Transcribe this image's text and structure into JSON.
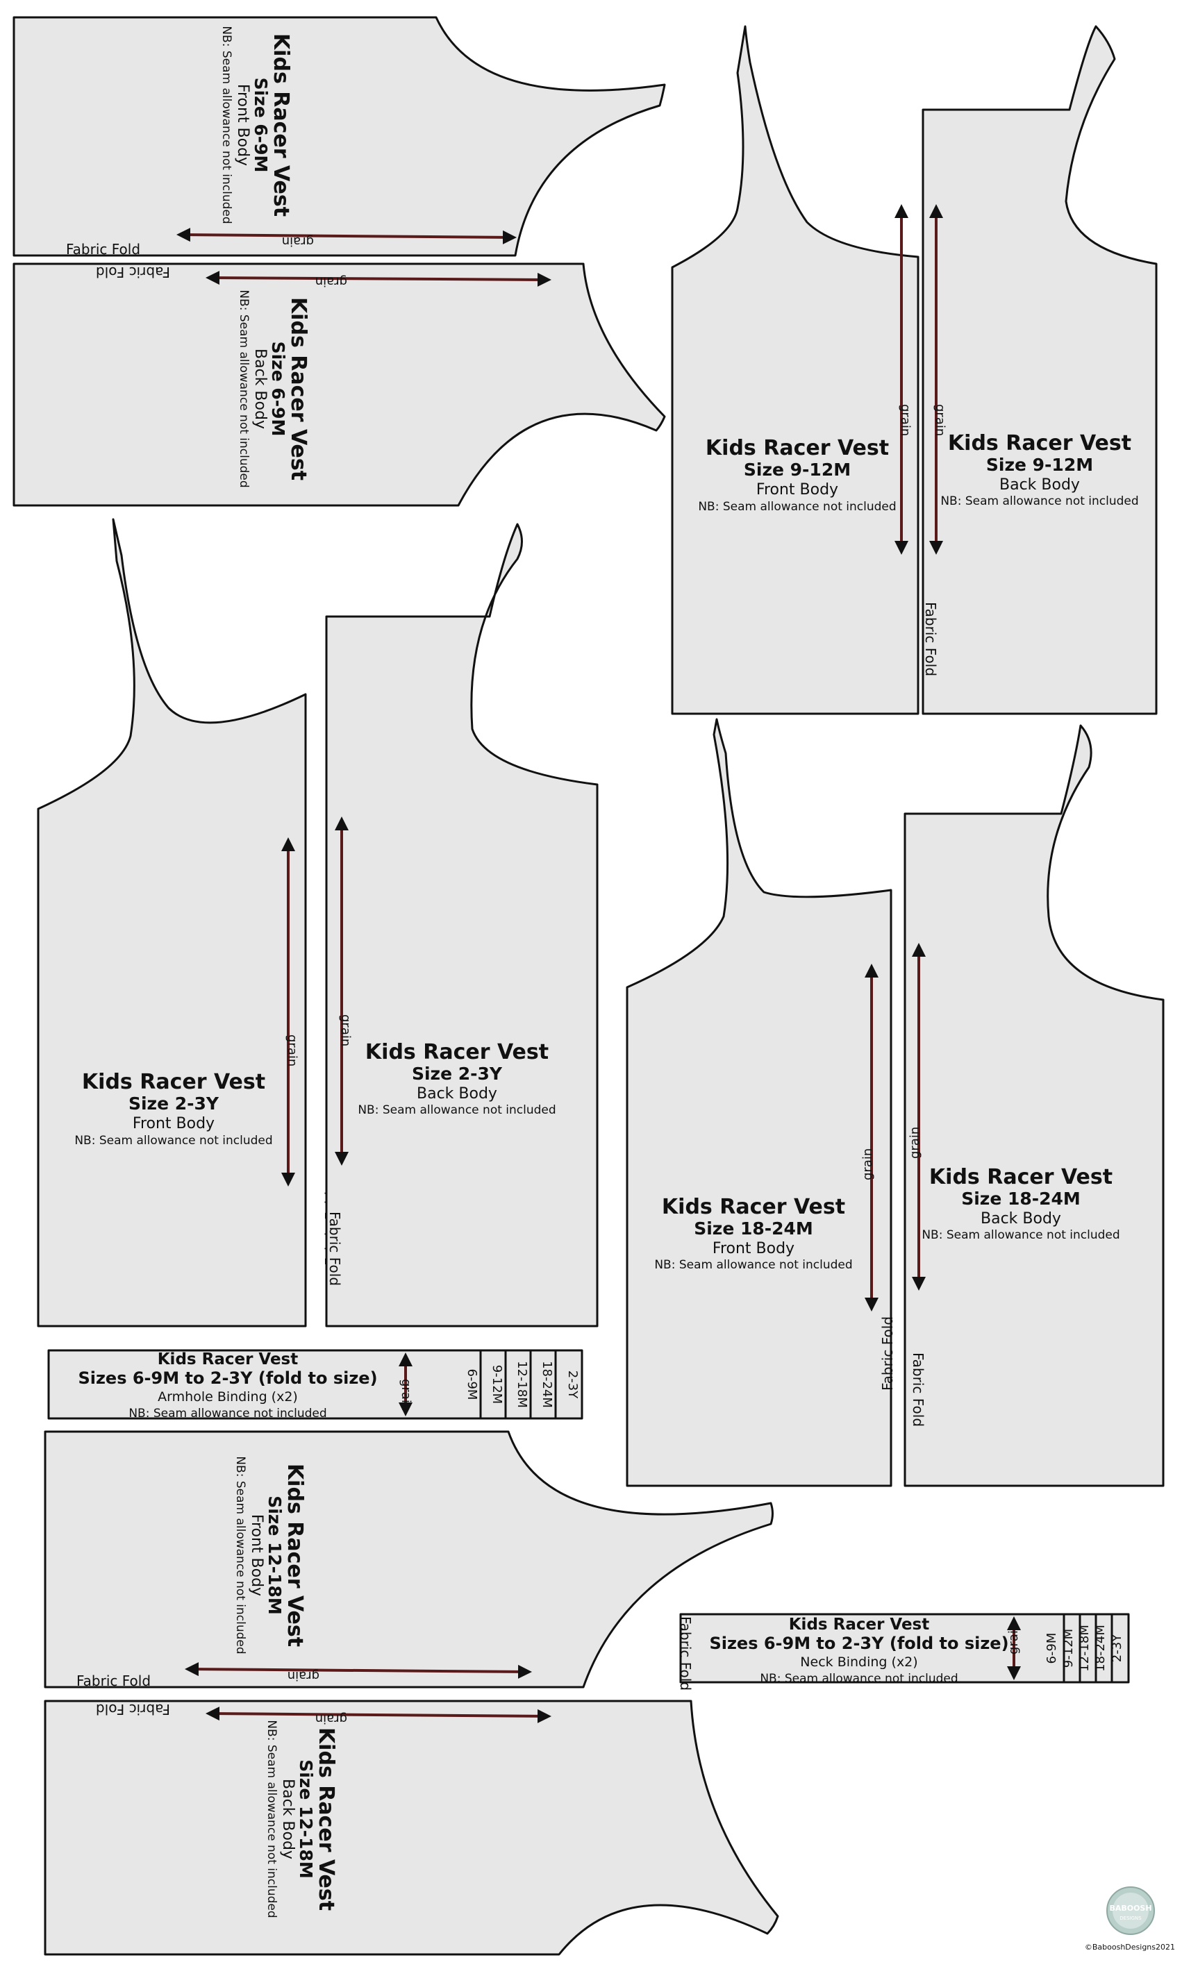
{
  "colors": {
    "paper": "#e7e7e7",
    "outline": "#111111",
    "grain_arrow": "#5a1a1a",
    "background": "#ffffff"
  },
  "labels": {
    "grain": "grain",
    "fabric_fold": "Fabric Fold"
  },
  "pieces": {
    "front_6_9m": {
      "title": "Kids Racer Vest",
      "size": "Size 6-9M",
      "part": "Front Body",
      "note": "NB: Seam allowance not included"
    },
    "back_6_9m": {
      "title": "Kids Racer Vest",
      "size": "Size 6-9M",
      "part": "Back Body",
      "note": "NB: Seam allowance not included"
    },
    "front_9_12m": {
      "title": "Kids Racer Vest",
      "size": "Size 9-12M",
      "part": "Front Body",
      "note": "NB: Seam allowance not included"
    },
    "back_9_12m": {
      "title": "Kids Racer Vest",
      "size": "Size 9-12M",
      "part": "Back Body",
      "note": "NB: Seam allowance not included"
    },
    "front_2_3y": {
      "title": "Kids Racer Vest",
      "size": "Size 2-3Y",
      "part": "Front Body",
      "note": "NB: Seam allowance not included"
    },
    "back_2_3y": {
      "title": "Kids Racer Vest",
      "size": "Size 2-3Y",
      "part": "Back Body",
      "note": "NB: Seam allowance not included"
    },
    "front_18_24m": {
      "title": "Kids Racer Vest",
      "size": "Size 18-24M",
      "part": "Front Body",
      "note": "NB: Seam allowance not included"
    },
    "back_18_24m": {
      "title": "Kids Racer Vest",
      "size": "Size 18-24M",
      "part": "Back Body",
      "note": "NB: Seam allowance not included"
    },
    "front_12_18m": {
      "title": "Kids Racer Vest",
      "size": "Size 12-18M",
      "part": "Front Body",
      "note": "NB: Seam allowance not included"
    },
    "back_12_18m": {
      "title": "Kids Racer Vest",
      "size": "Size 12-18M",
      "part": "Back Body",
      "note": "NB: Seam allowance not included"
    }
  },
  "bindings": {
    "armhole": {
      "title": "Kids Racer Vest",
      "sizes": "Sizes 6-9M to 2-3Y (fold to size)",
      "part": "Armhole Binding (x2)",
      "note": "NB: Seam allowance not included",
      "columns": [
        "6-9M",
        "9-12M",
        "12-18M",
        "18-24M",
        "2-3Y"
      ]
    },
    "neck": {
      "title": "Kids Racer Vest",
      "sizes": "Sizes 6-9M to 2-3Y (fold to size)",
      "part": "Neck Binding (x2)",
      "note": "NB: Seam allowance not included",
      "columns": [
        "6-9M",
        "9-12M",
        "12-18M",
        "18-24M",
        "2-3Y"
      ]
    }
  },
  "logo": {
    "name": "BABOOSH",
    "subtitle": "DESIGNS"
  },
  "copyright": "©BabooshDesigns2021"
}
